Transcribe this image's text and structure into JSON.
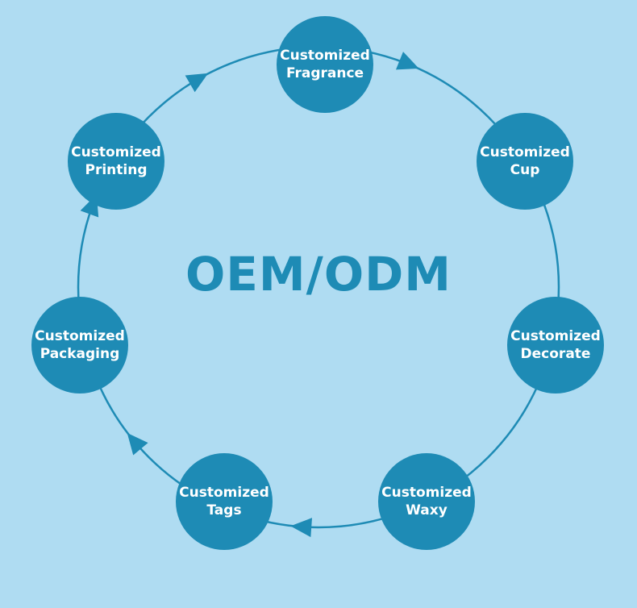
{
  "center_title": "OEM/ODM",
  "colors": {
    "background": "#afdcf2",
    "node_fill": "#1e8bb5",
    "ring_stroke": "#1e8bb5",
    "text": "#ffffff"
  },
  "nodes": [
    {
      "line1": "Customized",
      "line2": "Fragrance"
    },
    {
      "line1": "Customized",
      "line2": "Cup"
    },
    {
      "line1": "Customized",
      "line2": "Decorate"
    },
    {
      "line1": "Customized",
      "line2": "Waxy"
    },
    {
      "line1": "Customized",
      "line2": "Tags"
    },
    {
      "line1": "Customized",
      "line2": "Packaging"
    },
    {
      "line1": "Customized",
      "line2": "Printing"
    }
  ]
}
